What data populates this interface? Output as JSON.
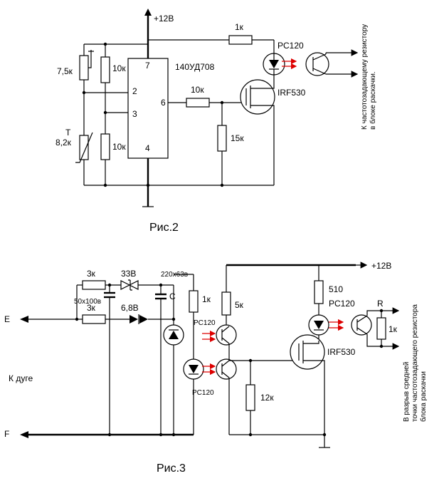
{
  "fig2": {
    "supply": "+12В",
    "r_top": "1к",
    "optocoupler": "PC120",
    "op_amp": "140УД708",
    "pin7": "7",
    "pin2": "2",
    "pin3": "3",
    "pin6": "6",
    "pin4": "4",
    "r_trim": "7,5к",
    "r_div_top": "10к",
    "r_div_bot": "10к",
    "thermistor_mark": "T",
    "thermistor_val": "8,2к",
    "r_gate": "10к",
    "r_pulldown": "15к",
    "mosfet": "IRF530",
    "output_note": "К частотозадающему резистору в блоке раскачки.",
    "caption": "Рис.2"
  },
  "fig3": {
    "supply": "+12В",
    "r_upper": "3к",
    "r_lower": "3к",
    "zener_33": "33В",
    "zener_68": "6,8В",
    "cap_left": "50x100в",
    "cap_right_val": "220x63в",
    "cap_right_mark": "C",
    "r_1k": "1к",
    "opto_top": "PC120",
    "opto_bottom": "PC120",
    "r_5k": "5к",
    "r_12k": "12к",
    "r_510": "510",
    "opto_right": "PC120",
    "r_mark": "R",
    "r_out": "1к",
    "mosfet": "IRF530",
    "term_e": "E",
    "term_f": "F",
    "arc_label": "К дуге",
    "output_note": "В разрыв средней точки частотозадающего резистора блока раскачки",
    "caption": "Рис.3"
  }
}
